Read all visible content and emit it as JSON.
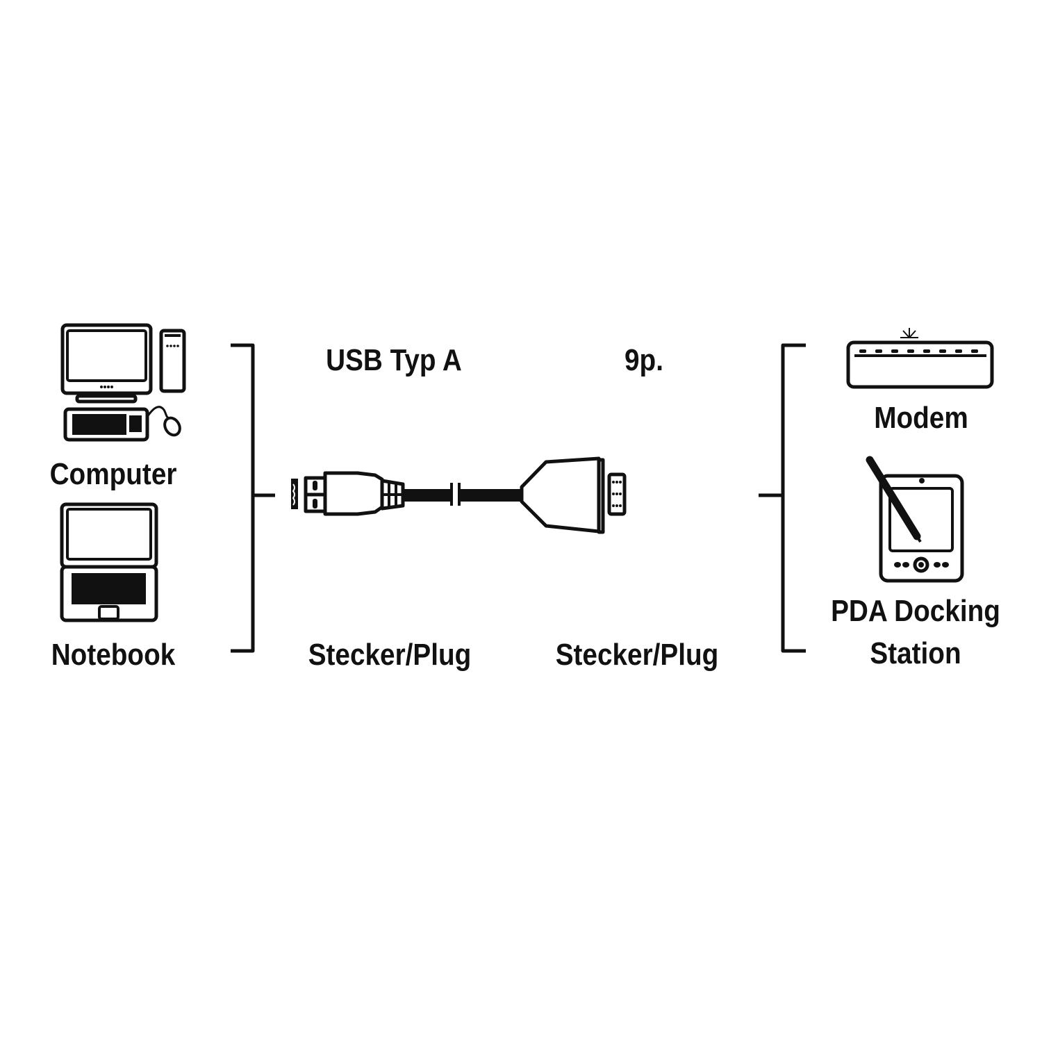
{
  "left_devices": {
    "computer": "Computer",
    "notebook": "Notebook"
  },
  "connector_a": {
    "type": "USB Typ A",
    "gender": "Stecker/Plug"
  },
  "connector_b": {
    "type": "9p.",
    "gender": "Stecker/Plug"
  },
  "right_devices": {
    "modem": "Modem",
    "pda_line1": "PDA Docking",
    "pda_line2": "Station"
  },
  "colors": {
    "ink": "#111111",
    "background": "#ffffff"
  }
}
